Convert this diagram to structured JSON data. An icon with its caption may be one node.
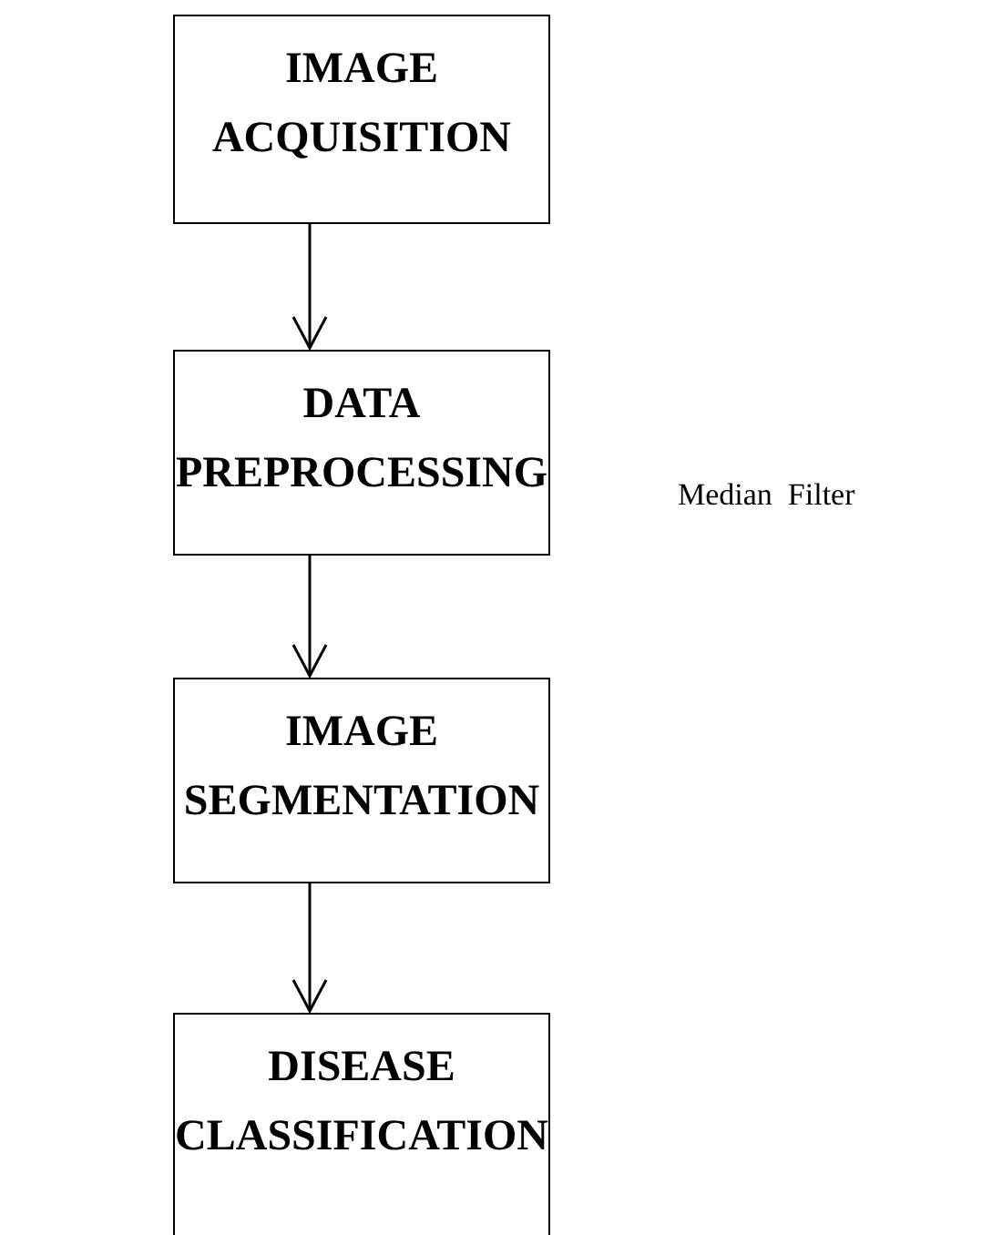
{
  "diagram": {
    "nodes": [
      {
        "text": [
          "IMAGE ACQUISITION"
        ]
      },
      {
        "text": [
          "DATA PREPROCESSING"
        ]
      },
      {
        "text": [
          "IMAGE SEGMENTATION"
        ]
      },
      {
        "text": [
          "DISEASE CLASSIFICATION"
        ]
      }
    ],
    "edges": [
      {
        "from": 0,
        "to": 1,
        "arrow": "to"
      },
      {
        "from": 1,
        "to": 2,
        "arrow": "to"
      },
      {
        "from": 2,
        "to": 3,
        "arrow": "to"
      }
    ],
    "labels": [
      "Median  Filter"
    ]
  }
}
